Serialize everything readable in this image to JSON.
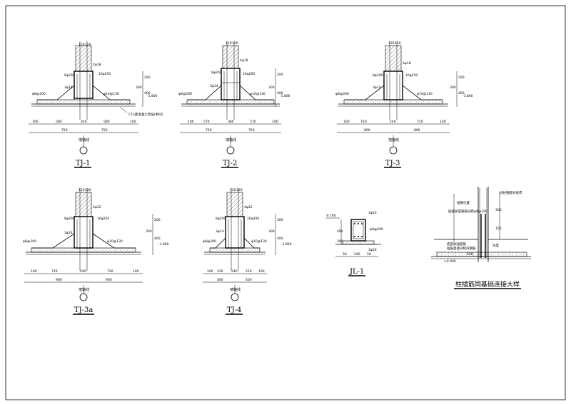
{
  "sheet": {
    "details": [
      {
        "id": "tj1",
        "title": "TJ-1",
        "axis_label": "墙轴线",
        "top_dims": [
          "120",
          "120"
        ],
        "bottom_dims": [
          "100",
          "580",
          "240",
          "580",
          "100"
        ],
        "total_dims": [
          "750",
          "750"
        ],
        "notes": [
          "4φ18",
          "8φ200",
          "16φ250",
          "3φ14",
          "φ8@200",
          "φ10@130"
        ],
        "level": "-1.800",
        "callout": "C15素混凝土垫层(余同)",
        "side_dims": [
          "200",
          "300",
          "400"
        ]
      },
      {
        "id": "tj2",
        "title": "TJ-2",
        "axis_label": "墙轴线",
        "top_dims": [
          "120",
          "120"
        ],
        "bottom_dims": [
          "100",
          "570",
          "380",
          "570",
          "100"
        ],
        "total_dims": [
          "750",
          "750"
        ],
        "notes": [
          "4φ18",
          "8φ200",
          "16φ200",
          "3φ14",
          "φ8@200",
          "φ10@130"
        ],
        "level": "-1.800",
        "side_dims": [
          "200",
          "300",
          "400"
        ]
      },
      {
        "id": "tj3",
        "title": "TJ-3",
        "axis_label": "墙轴线",
        "top_dims": [
          "120",
          "120"
        ],
        "bottom_dims": [
          "100",
          "720",
          "240",
          "720",
          "100"
        ],
        "total_dims": [
          "800",
          "800"
        ],
        "notes": [
          "4φ18",
          "8φ200",
          "16φ250",
          "3φ14",
          "φ8@200",
          "φ10@130"
        ],
        "level": "-1.800",
        "side_dims": [
          "200",
          "300",
          "400"
        ]
      },
      {
        "id": "tj3a",
        "title": "TJ-3a",
        "axis_label": "墙轴线",
        "top_dims": [
          "120",
          "120"
        ],
        "bottom_dims": [
          "100",
          "720",
          "240",
          "720",
          "100"
        ],
        "total_dims": [
          "900",
          "900"
        ],
        "notes": [
          "4φ22",
          "8φ200",
          "16φ250",
          "3φ14",
          "φ8@200",
          "φ10@130"
        ],
        "level": "-1.800",
        "side_dims": [
          "200",
          "300",
          "400"
        ]
      },
      {
        "id": "tj4",
        "title": "TJ-4",
        "axis_label": "墙轴线",
        "top_dims": [
          "120",
          "120"
        ],
        "bottom_dims": [
          "100",
          "220",
          "240",
          "220",
          "100"
        ],
        "total_dims": [
          "400",
          "400"
        ],
        "notes": [
          "4φ22",
          "8φ200",
          "16φ200",
          "3φ14",
          "φ8@200",
          "φ10@130"
        ],
        "level": "-1.800",
        "side_dims": [
          "200",
          "300",
          "400"
        ]
      },
      {
        "id": "jl1",
        "title": "JL-1",
        "level": "-0.700",
        "notes": [
          "3φ16",
          "φ8@200",
          "3φ16"
        ],
        "bottom_dims": [
          "50",
          "240",
          "50"
        ],
        "side_dims": [
          "400",
          "300"
        ]
      }
    ],
    "connection_detail": {
      "title": "柱插筋同基础连接大样",
      "notes": [
        "同柱钢筋对接焊",
        "插筋位置",
        "插筋加密箍筋间距φ8@100",
        "底部加强箍筋",
        "插筋直径同柱内钢筋",
        "深度"
      ],
      "dims": [
        "300",
        "150",
        "400"
      ],
      "level": "±0.000"
    }
  }
}
